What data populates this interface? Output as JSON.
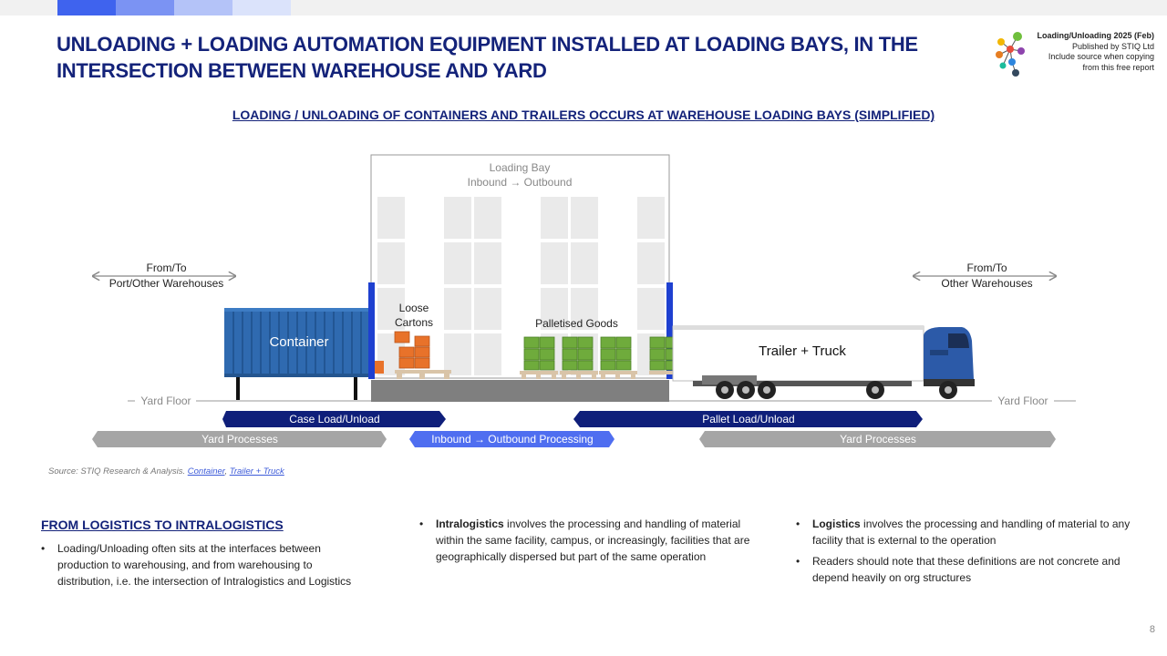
{
  "header": {
    "title": "UNLOADING + LOADING AUTOMATION EQUIPMENT INSTALLED AT LOADING BAYS, IN THE INTERSECTION BETWEEN WAREHOUSE AND YARD",
    "brand_line1": "Loading/Unloading 2025 (Feb)",
    "brand_line2": "Published by STIQ Ltd",
    "brand_line3": "Include source when copying",
    "brand_line4": "from this free report",
    "accent_colors": [
      "#3f63ee",
      "#7b93f3",
      "#b4c3f8",
      "#dbe3fb"
    ]
  },
  "subtitle": "LOADING / UNLOADING OF CONTAINERS AND TRAILERS OCCURS AT WAREHOUSE LOADING BAYS (SIMPLIFIED)",
  "diagram": {
    "bay_label_1": "Loading Bay",
    "bay_label_2": "Inbound → Outbound",
    "left_dest_1": "From/To",
    "left_dest_2": "Port/Other Warehouses",
    "right_dest_1": "From/To",
    "right_dest_2": "Other Warehouses",
    "loose_cartons_1": "Loose",
    "loose_cartons_2": "Cartons",
    "palletised": "Palletised Goods",
    "container": "Container",
    "trailer": "Trailer + Truck",
    "yard_floor_left": "Yard Floor",
    "yard_floor_right": "Yard Floor",
    "case_load": "Case Load/Unload",
    "pallet_load": "Pallet Load/Unload",
    "yard_left": "Yard Processes",
    "inbound_outbound": "Inbound → Outbound Processing",
    "yard_right": "Yard Processes",
    "colors": {
      "navy": "#0f1f7a",
      "grey_band": "#a5a5a5",
      "blue_band": "#4f6ef0",
      "container": "#2f6ab0",
      "carton": "#e8722a",
      "pallet_goods": "#6fab3c",
      "dock": "#7f7f7f",
      "door": "#1e40d0",
      "truck_cab": "#2c5aa8"
    }
  },
  "source": {
    "prefix": "Source: STIQ Research & Analysis.",
    "link1": "Container",
    "sep": ",",
    "link2": "Trailer + Truck"
  },
  "body": {
    "section_title": "FROM LOGISTICS TO INTRALOGISTICS",
    "col1_b1": "Loading/Unloading often sits at the interfaces between production to warehousing, and from warehousing to distribution, i.e. the intersection of Intralogistics and Logistics",
    "col2_b1_term": "Intralogistics",
    "col2_b1_text": " involves the processing and handling of material within the same facility, campus, or increasingly, facilities that are geographically dispersed but part of the same operation",
    "col3_b1_term": "Logistics",
    "col3_b1_text": " involves the processing and handling of material to any facility that is external to the operation",
    "col3_b2": "Readers should note that these definitions are not concrete and depend heavily on org structures"
  },
  "page_number": "8"
}
